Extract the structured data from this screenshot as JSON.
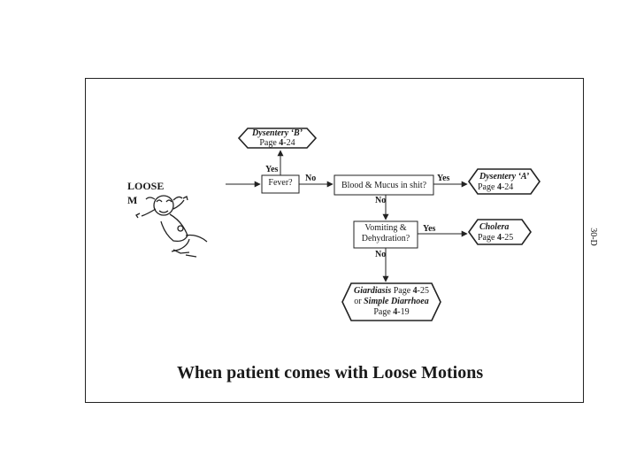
{
  "side_label": "LOOSE\nM",
  "page_marker": "30-D",
  "title": "When patient comes with Loose Motions",
  "nodes": {
    "fever": "Fever?",
    "blood_mucus": "Blood & Mucus in shit?",
    "vomiting_line1": "Vomiting &",
    "vomiting_line2": "Dehydration?",
    "dysentery_b_name": "Dysentery ‘B’",
    "dysentery_b_page_prefix": "Page ",
    "dysentery_b_page_bold": "4",
    "dysentery_b_page_suffix": "-24",
    "dysentery_a_name": "Dysentery ‘A’",
    "dysentery_a_page_prefix": "Page ",
    "dysentery_a_page_bold": "4",
    "dysentery_a_page_suffix": "-24",
    "cholera_name": "Cholera",
    "cholera_page_prefix": "Page ",
    "cholera_page_bold": "4",
    "cholera_page_suffix": "-25",
    "giardiasis_name": "Giardiasis",
    "giardiasis_page_text": " Page ",
    "giardiasis_page_bold": "4",
    "giardiasis_page_suffix": "-25",
    "or_text": "or ",
    "simple_diarrhoea_name": "Simple Diarrhoea",
    "simple_page_prefix": "Page ",
    "simple_page_bold": "4",
    "simple_page_suffix": "-19"
  },
  "edge_labels": {
    "fever_yes": "Yes",
    "fever_no": "No",
    "blood_yes": "Yes",
    "blood_no": "No",
    "vomit_yes": "Yes",
    "vomit_no": "No"
  }
}
